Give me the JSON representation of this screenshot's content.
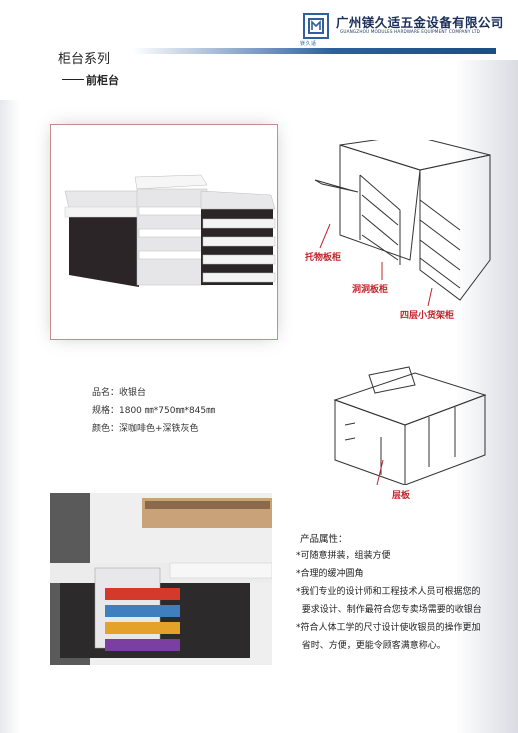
{
  "header": {
    "company_cn": "广州镁久适五金设备有限公司",
    "company_en": "GUANGZHOU MODULES HARDWARE EQUIPMENT COMPANY LTD",
    "logo_text": "镁久适",
    "brand_color": "#2f5f9e"
  },
  "section": {
    "title": "柜台系列",
    "subtitle": "前柜台"
  },
  "diagram_labels": {
    "tray_cabinet": "托物板柜",
    "pegboard_cabinet": "洞洞板柜",
    "shelf_cabinet": "四层小货架柜",
    "shelf_board": "层板"
  },
  "specs": {
    "name": "品名：收银台",
    "size": "规格：1800 ㎜*750㎜*845㎜",
    "color": "颜色：深咖啡色+深铁灰色"
  },
  "features": {
    "title": "产品属性：",
    "items": [
      "*可随意拼装，组装方便",
      "*合理的缓冲圆角",
      "*我们专业的设计师和工程技术人员可根据您的",
      "  要求设计、制作最符合您专卖场需要的收银台",
      "*符合人体工学的尺寸设计使收银员的操作更加",
      "  省时、方便，更能令顾客满意称心。"
    ]
  }
}
